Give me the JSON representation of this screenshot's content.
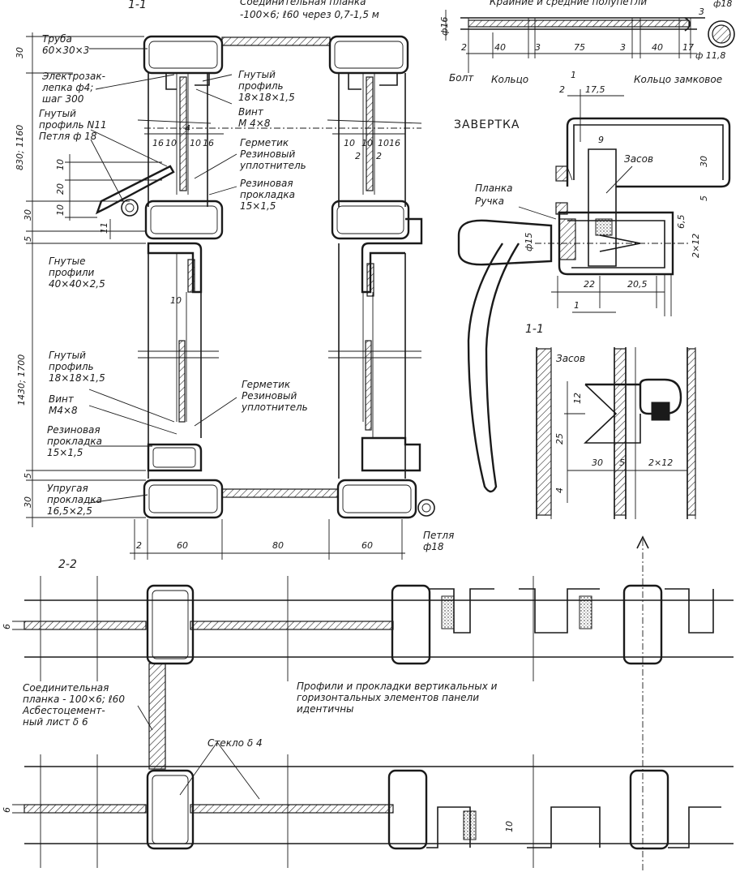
{
  "section_labels": {
    "s11_top": "1-1",
    "s11_mid": "1-1",
    "s22": "2-2",
    "arrow1_a": "1",
    "arrow1_b": "1"
  },
  "title_zavertka": "ЗАВЕРТКА",
  "callouts": {
    "top_plank": "Соединительная планка",
    "top_plank_2": "-100×6; ℓ60  через 0,7-1,5 м",
    "rod_title": "Крайние и средние полупетли",
    "pipe": "Труба",
    "pipe_2": "60×30×3",
    "electro": "Электрозак-",
    "electro_2": "лепка ф4;",
    "electro_3": "шаг 300",
    "bent11": "Гнутый",
    "bent11_2": "профиль N11",
    "loop": "Петля ф 18",
    "bentprof_top": "Гнутый",
    "bentprof_top_2": "профиль",
    "bentprof_top_3": "18×18×1,5",
    "screw_top": "Винт",
    "screw_top_2": "М 4×8",
    "sealant_top": "Герметик",
    "rubber_seal_top": "Резиновый",
    "rubber_seal_top_2": "уплотнитель",
    "rubber_pad_top": "Резиновая",
    "rubber_pad_top_2": "прокладка",
    "rubber_pad_top_3": "15×1,5",
    "bent40": "Гнутые",
    "bent40_2": "профили",
    "bent40_3": "40×40×2,5",
    "bentprof_low": "Гнутый",
    "bentprof_low_2": "профиль",
    "bentprof_low_3": "18×18×1,5",
    "screw_low": "Винт",
    "screw_low_2": "М4×8",
    "rubber_pad_low": "Резиновая",
    "rubber_pad_low_2": "прокладка",
    "rubber_pad_low_3": "15×1,5",
    "sealant_low": "Герметик",
    "rubber_seal_low": "Резиновый",
    "rubber_seal_low_2": "уплотнитель",
    "elastic": "Упругая",
    "elastic_2": "прокладка",
    "elastic_3": "16,5×2,5",
    "loop_bottom": "Петля",
    "loop_bottom_2": "ф18",
    "bolt": "Болт",
    "ring": "Кольцо",
    "ring_lock": "Кольцо замковое",
    "plank": "Планка",
    "handle": "Ручка",
    "latch": "Засов",
    "latch_2": "Засов",
    "plank_bottom": "Соединительная",
    "plank_bottom_2": "планка - 100×6; ℓ60",
    "asbestos": "Асбестоцемент-",
    "asbestos_2": "ный лист δ 6",
    "glass": "Стекло δ 4",
    "note": "Профили и прокладки вертикальных и",
    "note_2": "горизонтальных элементов панели",
    "note_3": "идентичны"
  },
  "dims_vertical": {
    "d30a": "30",
    "d1160": "830; 1160",
    "d10": "10",
    "d20": "20",
    "d10b": "10",
    "d30b": "30",
    "d5a": "5",
    "d1700": "1430; 1700",
    "d5b": "5",
    "d30c": "30",
    "d11": "11",
    "d4": "4"
  },
  "dims_horizontal": {
    "d2": "2",
    "d60a": "60",
    "d80": "80",
    "d60b": "60",
    "d16a": "16",
    "d10a": "10",
    "d10b": "10",
    "d16b": "16",
    "d10c": "10",
    "d10d": "10",
    "d2x": "2",
    "d2y": "2",
    "d16c": "16",
    "d10e": "10",
    "d10f": "10"
  },
  "dims_rod": {
    "phi16": "ф16",
    "d2": "2",
    "d40a": "40",
    "d3a": "3",
    "d75": "75",
    "d3b": "3",
    "d40b": "40",
    "d17": "17",
    "d3c": "3",
    "phi18": "ф18",
    "phi118": "ф 11,8"
  },
  "dims_lock": {
    "d2": "2",
    "d17_5": "17,5",
    "d9": "9",
    "d30": "30",
    "d5": "5",
    "d6_5": "6,5",
    "d2x12": "2×12",
    "phi15": "ф15",
    "d22": "22",
    "d20_5": "20,5"
  },
  "dims_section11": {
    "d12": "12",
    "d25": "25",
    "d30": "30",
    "d5": "5",
    "d2x12": "2×12",
    "d4": "4"
  },
  "dims_22": {
    "d6a": "6",
    "d6b": "6",
    "d10": "10"
  }
}
